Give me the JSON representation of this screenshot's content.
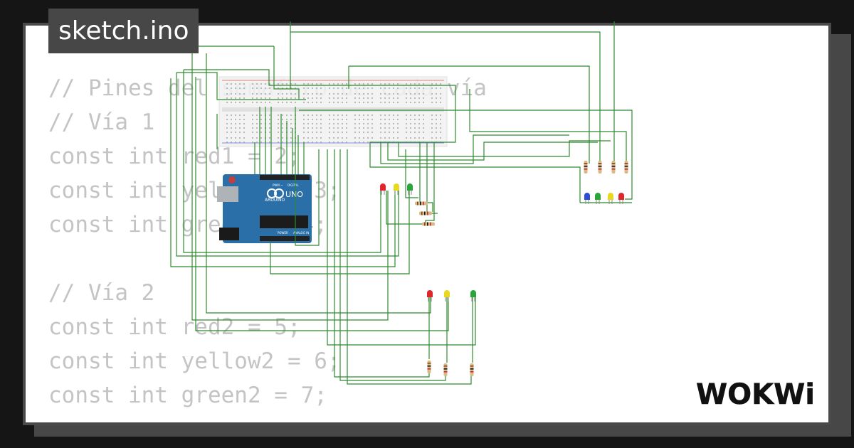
{
  "filename": "sketch.ino",
  "code_lines": [
    "// Pines del semáforo de cada vía",
    "// Vía 1",
    "const int red1 = 2;",
    "const int yellow1 = 3;",
    "const int green1 = 4;",
    "",
    "// Vía 2",
    "const int red2 = 5;",
    "const int yellow2 = 6;",
    "const int green2 = 7;"
  ],
  "board": {
    "brand": "UNO",
    "maker": "ARDUINO",
    "digital_label": "DIGITAL",
    "pwm_label": "PWM ~",
    "power_label": "POWER",
    "analog_label": "ANALOG IN"
  },
  "logo": "WOKWi",
  "colors": {
    "wire": "#2e8b2e",
    "led_red": "#e0252b",
    "led_yellow": "#e8d820",
    "led_green": "#2aa53a",
    "led_blue": "#2d4fd8",
    "board": "#2a6fa8"
  }
}
